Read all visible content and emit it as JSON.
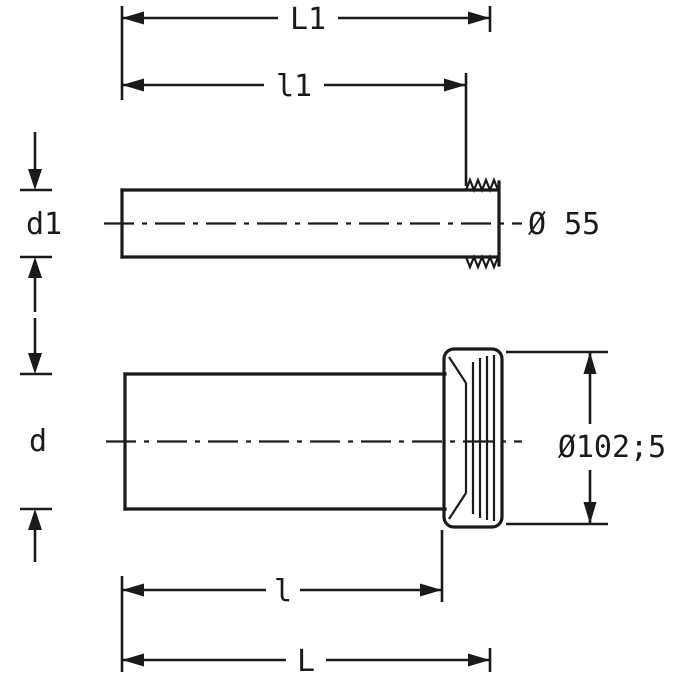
{
  "drawing": {
    "type": "technical-dimension-drawing",
    "parts": {
      "top_part": "threaded-pipe",
      "bottom_part": "socket-pipe"
    },
    "colors": {
      "line": "#1a1a1a",
      "background": "#ffffff"
    },
    "labels": {
      "top_overall_length": "L1",
      "top_partial_length": "l1",
      "top_diameter_symbol": "d1",
      "top_diameter_value": "Ø 55",
      "bottom_diameter_symbol": "d",
      "bottom_diameter_value": "Ø102;5",
      "bottom_partial_length": "l",
      "bottom_overall_length": "L"
    }
  }
}
